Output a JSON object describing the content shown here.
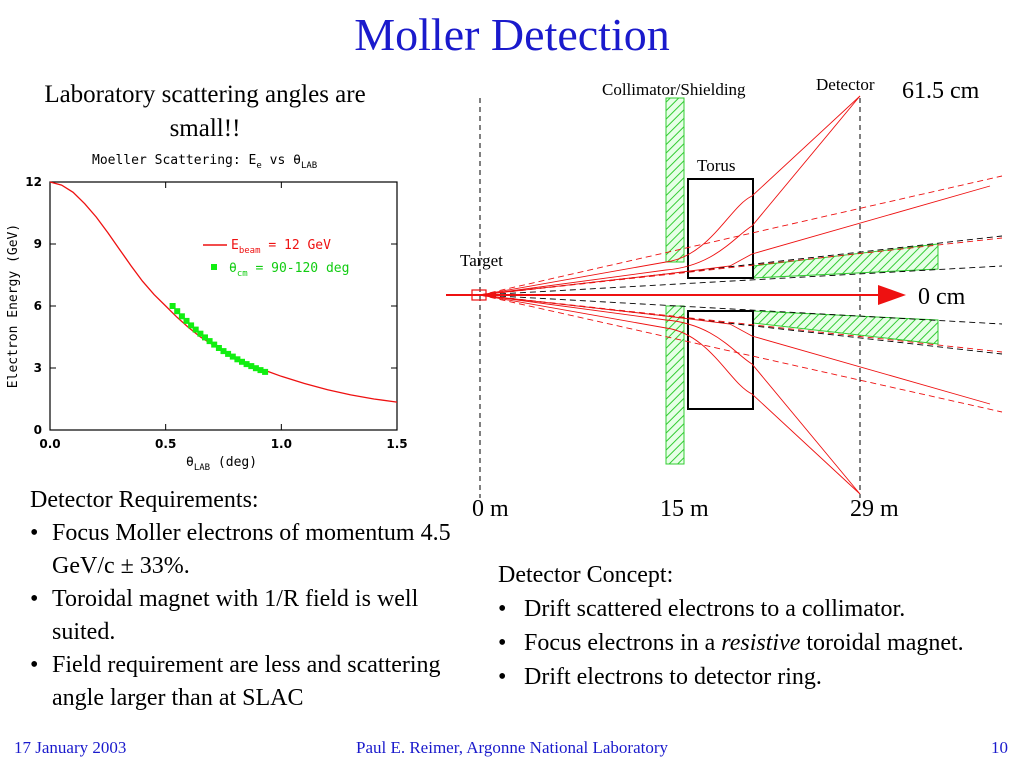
{
  "title": "Moller Detection",
  "subtitle": "Laboratory scattering angles are small!!",
  "chart_data": {
    "type": "line",
    "title": "Moeller Scattering: E",
    "title_sub1": "e",
    "title_vs": " vs θ",
    "title_sub2": "LAB",
    "ylabel": "Electron Energy (GeV)",
    "xlabel": "θ",
    "xlabel_sub": "LAB",
    "xlabel_unit": " (deg)",
    "xlim": [
      0,
      1.5
    ],
    "ylim": [
      0,
      12
    ],
    "x_ticks": [
      "0.0",
      "0.5",
      "1.0",
      "1.5"
    ],
    "y_ticks": [
      "0",
      "3",
      "6",
      "9",
      "12"
    ],
    "legend_position": "right",
    "series": [
      {
        "name": "E",
        "name_sub": "beam",
        "name_rest": " = 12 GeV",
        "color": "#ee1111",
        "x": [
          0.0,
          0.05,
          0.1,
          0.15,
          0.2,
          0.25,
          0.3,
          0.35,
          0.4,
          0.45,
          0.5,
          0.55,
          0.6,
          0.65,
          0.7,
          0.75,
          0.8,
          0.85,
          0.9,
          0.95,
          1.0,
          1.1,
          1.2,
          1.3,
          1.4,
          1.5
        ],
        "y": [
          12.0,
          11.85,
          11.5,
          10.95,
          10.3,
          9.55,
          8.75,
          7.95,
          7.2,
          6.55,
          6.0,
          5.45,
          4.95,
          4.5,
          4.15,
          3.8,
          3.5,
          3.25,
          3.0,
          2.8,
          2.6,
          2.25,
          1.95,
          1.7,
          1.5,
          1.35
        ]
      },
      {
        "name": "θ",
        "name_sub": "cm",
        "name_rest": " = 90-120 deg",
        "color": "#11ee11",
        "x": [
          0.53,
          0.55,
          0.57,
          0.59,
          0.61,
          0.63,
          0.65,
          0.67,
          0.69,
          0.71,
          0.73,
          0.75,
          0.77,
          0.79,
          0.81,
          0.83,
          0.85,
          0.87,
          0.89,
          0.91,
          0.93
        ],
        "y": [
          6.0,
          5.75,
          5.5,
          5.28,
          5.06,
          4.86,
          4.66,
          4.48,
          4.3,
          4.13,
          3.97,
          3.82,
          3.68,
          3.55,
          3.42,
          3.3,
          3.19,
          3.09,
          2.99,
          2.9,
          2.81
        ]
      }
    ]
  },
  "requirements": {
    "heading": "Detector Requirements:",
    "items": [
      "Focus Moller electrons of momentum 4.5 GeV/c ± 33%.",
      "Toroidal magnet with 1/R field is well suited.",
      "Field requirement are less and scattering angle larger than at SLAC"
    ]
  },
  "concept": {
    "heading": "Detector Concept:",
    "item1": "Drift scattered electrons to a collimator.",
    "item2_pre": "Focus electrons in a ",
    "item2_em": "resistive",
    "item2_post": " toroidal magnet.",
    "item3": "Drift electrons to detector ring."
  },
  "schematic": {
    "collimator_label": "Collimator/Shielding",
    "detector_label": "Detector",
    "radius_label": "61.5 cm",
    "torus_label": "Torus",
    "target_label": "Target",
    "axis_label": "0 cm",
    "pos_0": "0 m",
    "pos_15": "15 m",
    "pos_29": "29 m",
    "beam_color": "#ee1111",
    "collimator_color": "#33dd33"
  },
  "footer": {
    "date": "17 January 2003",
    "author": "Paul E. Reimer, Argonne National Laboratory",
    "page": "10"
  }
}
